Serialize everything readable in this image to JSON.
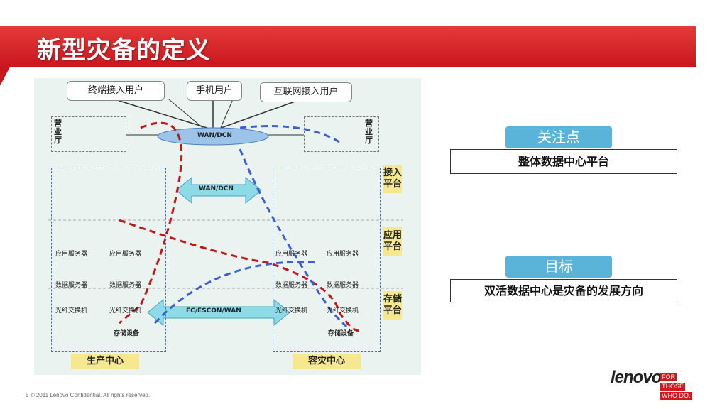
{
  "slide": {
    "title": "新型灾备的定义",
    "page_number": "5",
    "footer": "2011 Lenovo Confidential. All rights reserved."
  },
  "diagram": {
    "users": [
      "终端接入用户",
      "手机用户",
      "互联网接入用户"
    ],
    "network": "WAN/DCN",
    "branch_label": "营业厅",
    "link_wan": "WAN/DCN",
    "link_fc": "FC/ESCON/WAN",
    "layers": [
      "接入平台",
      "应用平台",
      "存储平台"
    ],
    "app_server": "应用服务器",
    "db_server": "数据服务器",
    "fiber_switch": "光纤交换机",
    "storage": "存储设备",
    "prod_center": "生产中心",
    "dr_center": "容灾中心"
  },
  "focus": {
    "label": "关注点",
    "text": "整体数据中心平台"
  },
  "goal": {
    "label": "目标",
    "text": "双活数据中心是灾备的发展方向"
  },
  "brand": {
    "logo": "lenovo",
    "tagline": [
      "FOR",
      "THOSE",
      "WHO DO."
    ]
  },
  "colors": {
    "accent": "#c8161d",
    "tag": "#5ab3d8"
  }
}
